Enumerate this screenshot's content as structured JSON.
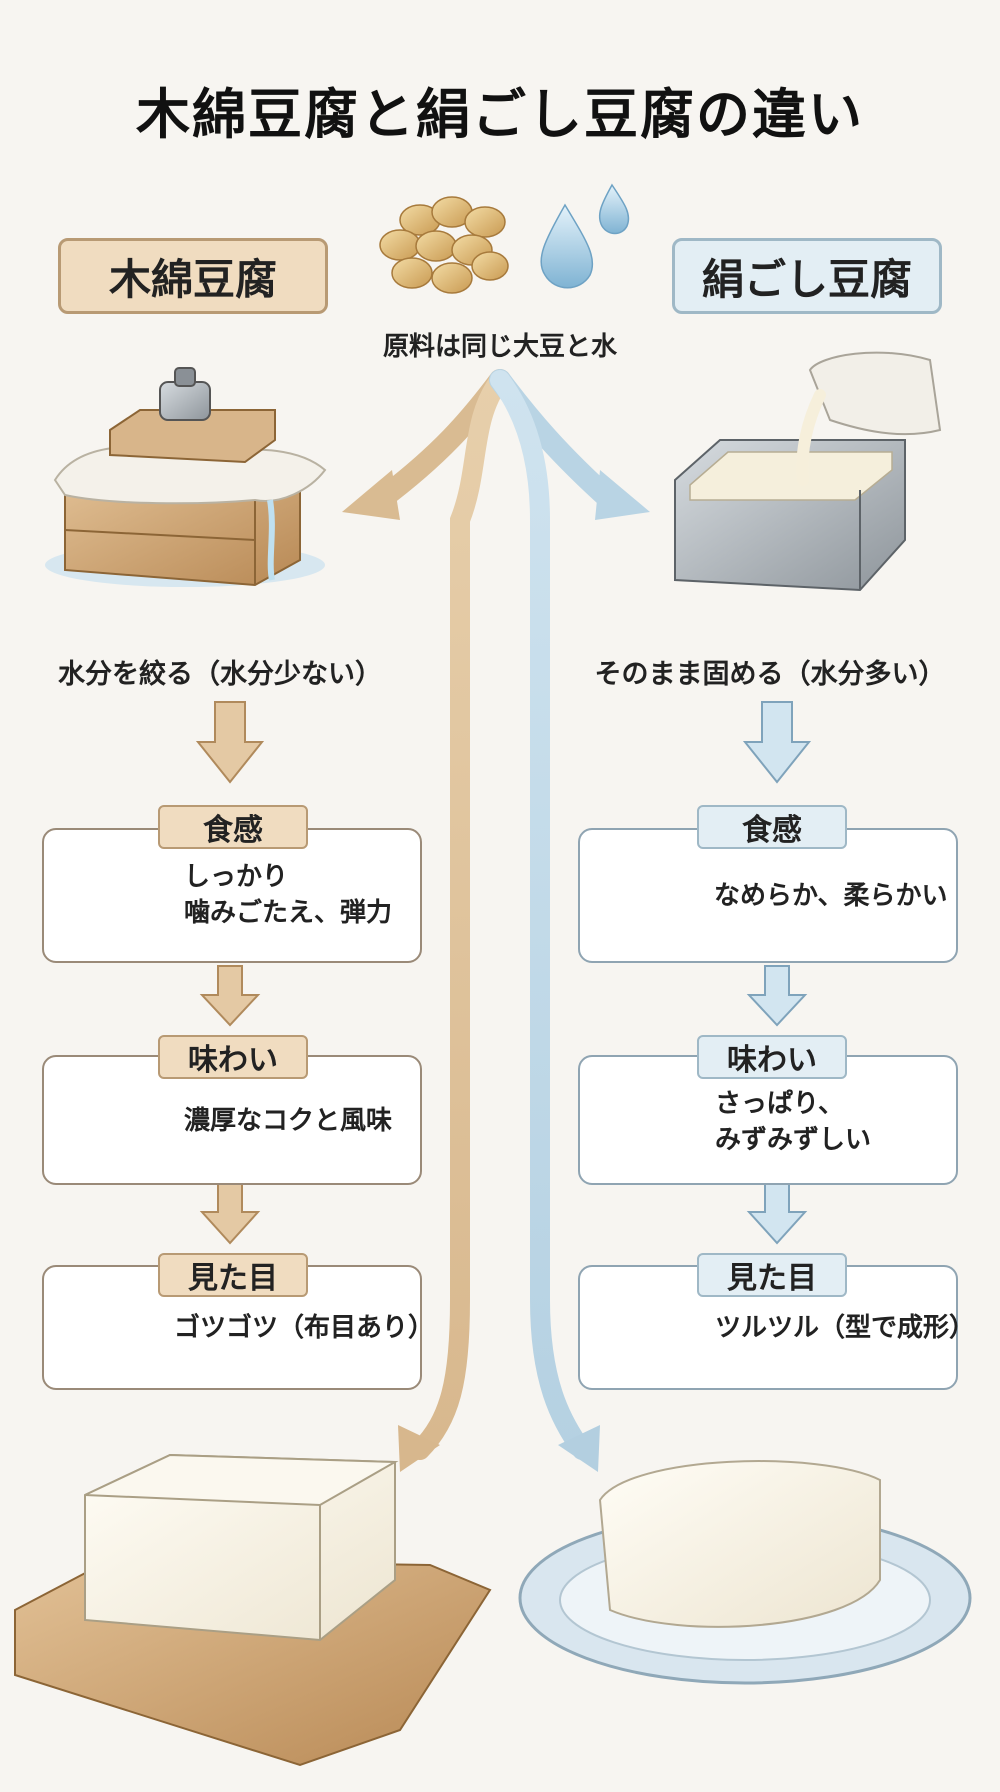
{
  "title": "木綿豆腐と絹ごし豆腐の違い",
  "common_label": "原料は同じ大豆と水",
  "left": {
    "name": "木綿豆腐",
    "process": "水分を絞る（水分少ない）",
    "texture": {
      "label": "食感",
      "lines": [
        "しっかり",
        "噛みごたえ、弾力"
      ]
    },
    "flavor": {
      "label": "味わい",
      "lines": [
        "濃厚なコクと風味"
      ]
    },
    "look": {
      "label": "見た目",
      "lines": [
        "ゴツゴツ（布目あり）"
      ]
    }
  },
  "right": {
    "name": "絹ごし豆腐",
    "process": "そのまま固める（水分多い）",
    "texture": {
      "label": "食感",
      "lines": [
        "なめらか、柔らかい"
      ]
    },
    "flavor": {
      "label": "味わい",
      "lines": [
        "さっぱり、",
        "みずみずしい"
      ]
    },
    "look": {
      "label": "見た目",
      "lines": [
        "ツルツル（型で成形）"
      ]
    }
  },
  "colors": {
    "left_accent": "#d9b88e",
    "right_accent": "#b8d4e3",
    "background": "#f7f5f1"
  },
  "icons": [
    "soybean-icon",
    "water-drop-icon",
    "tofu-press-icon",
    "tofu-mold-icon",
    "tooth-icon",
    "tongue-icon",
    "bean-icon",
    "leaf-icon",
    "eye-icon"
  ]
}
